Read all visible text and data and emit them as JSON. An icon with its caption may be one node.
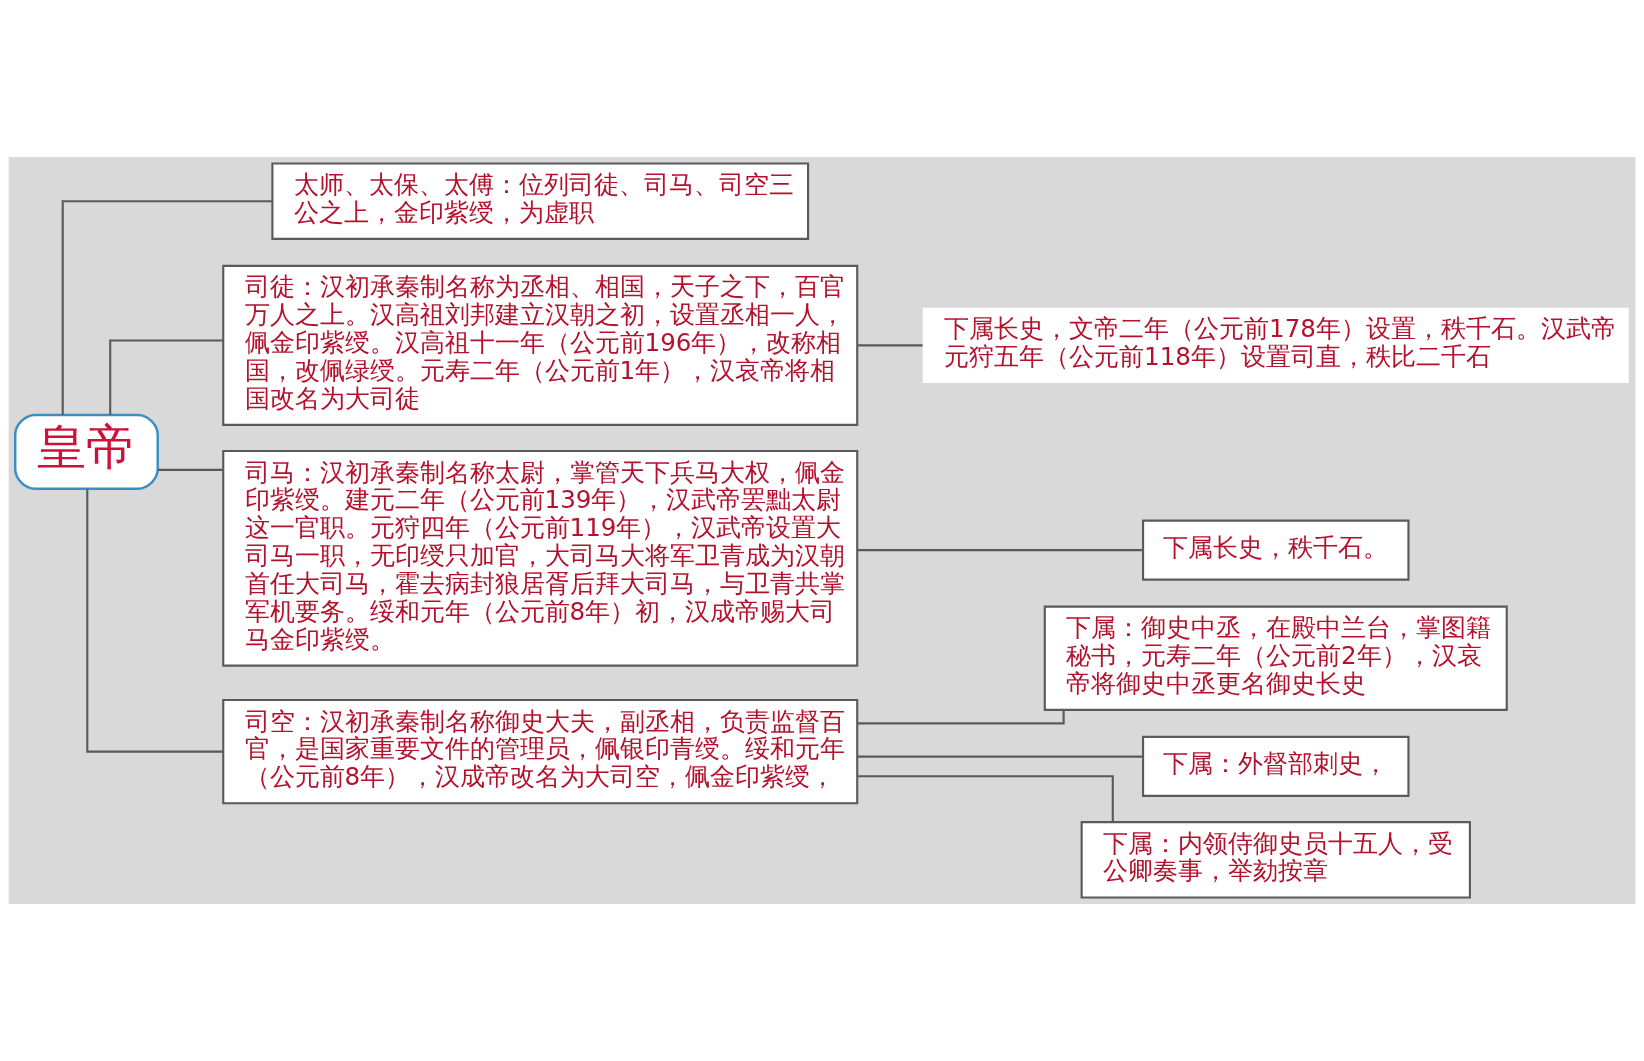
{
  "diagram": {
    "nodes": [
      {
        "text": [
          "皇帝"
        ]
      },
      {
        "text": [
          "太师、太保、太傅：位列司徒、司马、司空三公之上，金印紫绶，为虚职"
        ]
      },
      {
        "text": [
          "司徒：汉初承秦制名称为丞相、相国，天子之下，百官万人之上。汉高祖刘邦建立汉朝之初，设置丞相一人，佩金印紫绶。汉高祖十一年（公元前196年），改称相国，改佩绿绶。元寿二年（公元前1年），汉哀帝将相国改名为大司徒"
        ]
      },
      {
        "text": [
          "下属长史，文帝二年（公元前178年）设置，秩千石。汉武帝元狩五年（公元前118年）设置司直，秩比二千石"
        ]
      },
      {
        "text": [
          "司马：汉初承秦制名称太尉，掌管天下兵马大权，佩金印紫绶。建元二年（公元前139年），汉武帝罢黜太尉这一官职。元狩四年（公元前119年），汉武帝设置大司马一职，无印绶只加官，大司马大将军卫青成为汉朝首任大司马，霍去病封狼居胥后拜大司马，与卫青共掌军机要务。绥和元年（公元前8年）初，汉成帝赐大司马金印紫绶。"
        ]
      },
      {
        "text": [
          "下属长史，秩千石。"
        ]
      },
      {
        "text": [
          "司空：汉初承秦制名称御史大夫，副丞相，负责监督百官，是国家重要文件的管理员，佩银印青绶。绥和元年（公元前8年），汉成帝改名为大司空，佩金印紫绶，"
        ]
      },
      {
        "text": [
          "下属：御史中丞，在殿中兰台，掌图籍秘书，元寿二年（公元前2年），汉哀帝将御史中丞更名御史长史"
        ]
      },
      {
        "text": [
          "下属：外督部刺史，"
        ]
      },
      {
        "text": [
          "下属：内领侍御史员十五人，受公卿奏事，举劾按章"
        ]
      }
    ],
    "edges": [
      {
        "from": 0,
        "to": 1,
        "arrow": "none"
      },
      {
        "from": 0,
        "to": 2,
        "arrow": "none"
      },
      {
        "from": 2,
        "to": 3,
        "arrow": "none"
      },
      {
        "from": 0,
        "to": 4,
        "arrow": "none"
      },
      {
        "from": 4,
        "to": 5,
        "arrow": "none"
      },
      {
        "from": 0,
        "to": 6,
        "arrow": "none"
      },
      {
        "from": 6,
        "to": 7,
        "arrow": "none"
      },
      {
        "from": 6,
        "to": 8,
        "arrow": "none"
      },
      {
        "from": 6,
        "to": 9,
        "arrow": "none"
      }
    ]
  }
}
